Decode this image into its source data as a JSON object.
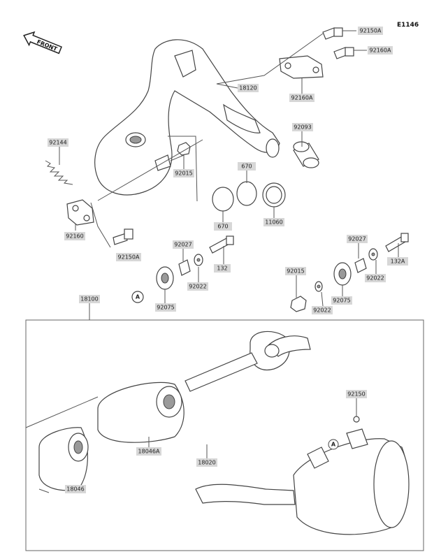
{
  "diagram": {
    "code": "E1146",
    "front_marker": "FRONT",
    "ref_marker": "A",
    "parts": {
      "p92150A_top": "92150A",
      "p92160A_top": "92160A",
      "p92160A_mid": "92160A",
      "p18120": "18120",
      "p92093": "92093",
      "p92144": "92144",
      "p92015_top": "92015",
      "p670_top": "670",
      "p670_bot": "670",
      "p11060": "11060",
      "p92160": "92160",
      "p92150A_mid": "92150A",
      "p92027_left": "92027",
      "p132_left": "132",
      "p92022_left": "92022",
      "p92075_left": "92075",
      "p92027_right": "92027",
      "p132A": "132A",
      "p92015_right": "92015",
      "p92022_right": "92022",
      "p92075_right": "92075",
      "p92022_far": "92022",
      "p18100": "18100",
      "p92150": "92150",
      "p18046A": "18046A",
      "p18020": "18020",
      "p18046": "18046"
    }
  },
  "colors": {
    "line": "#444444",
    "label_bg": "#d7d7d7",
    "shade": "#9a9a9a"
  }
}
